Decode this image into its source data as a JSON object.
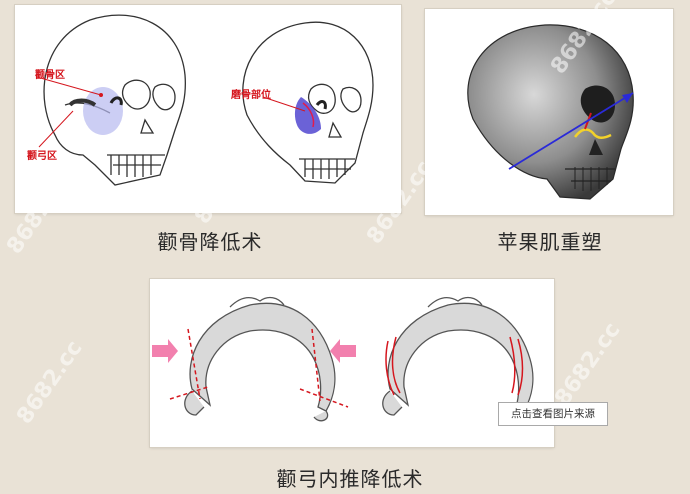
{
  "panels": {
    "zygoma_reduction": {
      "caption": "颧骨降低术",
      "labels": {
        "zygoma_area": "颧骨区",
        "zygomatic_arch_area": "颧弓区",
        "grinding_site": "磨骨部位"
      }
    },
    "apple_muscle": {
      "caption": "苹果肌重塑"
    },
    "arch_pushback": {
      "caption": "颧弓内推降低术"
    }
  },
  "watermark": "8682.cc",
  "source_button": "点击查看图片来源",
  "colors": {
    "background": "#e9e2d6",
    "label_red": "#d5161e",
    "arrow_blue": "#2a2ad8",
    "arrow_pink": "#f06aa0"
  }
}
